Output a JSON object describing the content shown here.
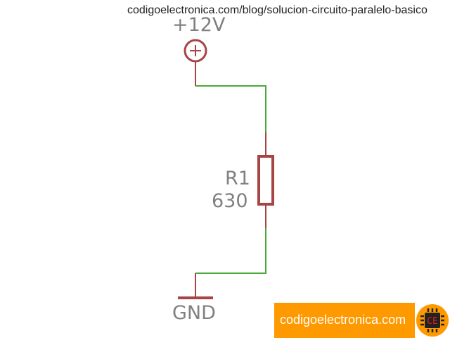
{
  "header": {
    "url": "codigoelectronica.com/blog/solucion-circuito-paralelo-basico"
  },
  "schematic": {
    "supply_label": "+12V",
    "resistor_name": "R1",
    "resistor_value": "630",
    "ground_label": "GND",
    "colors": {
      "component": "#a94444",
      "wire": "#4aa83c",
      "label": "#808080"
    }
  },
  "branding": {
    "site": "codigoelectronica.com",
    "logo_text": "CE",
    "accent": "#ff9900"
  }
}
